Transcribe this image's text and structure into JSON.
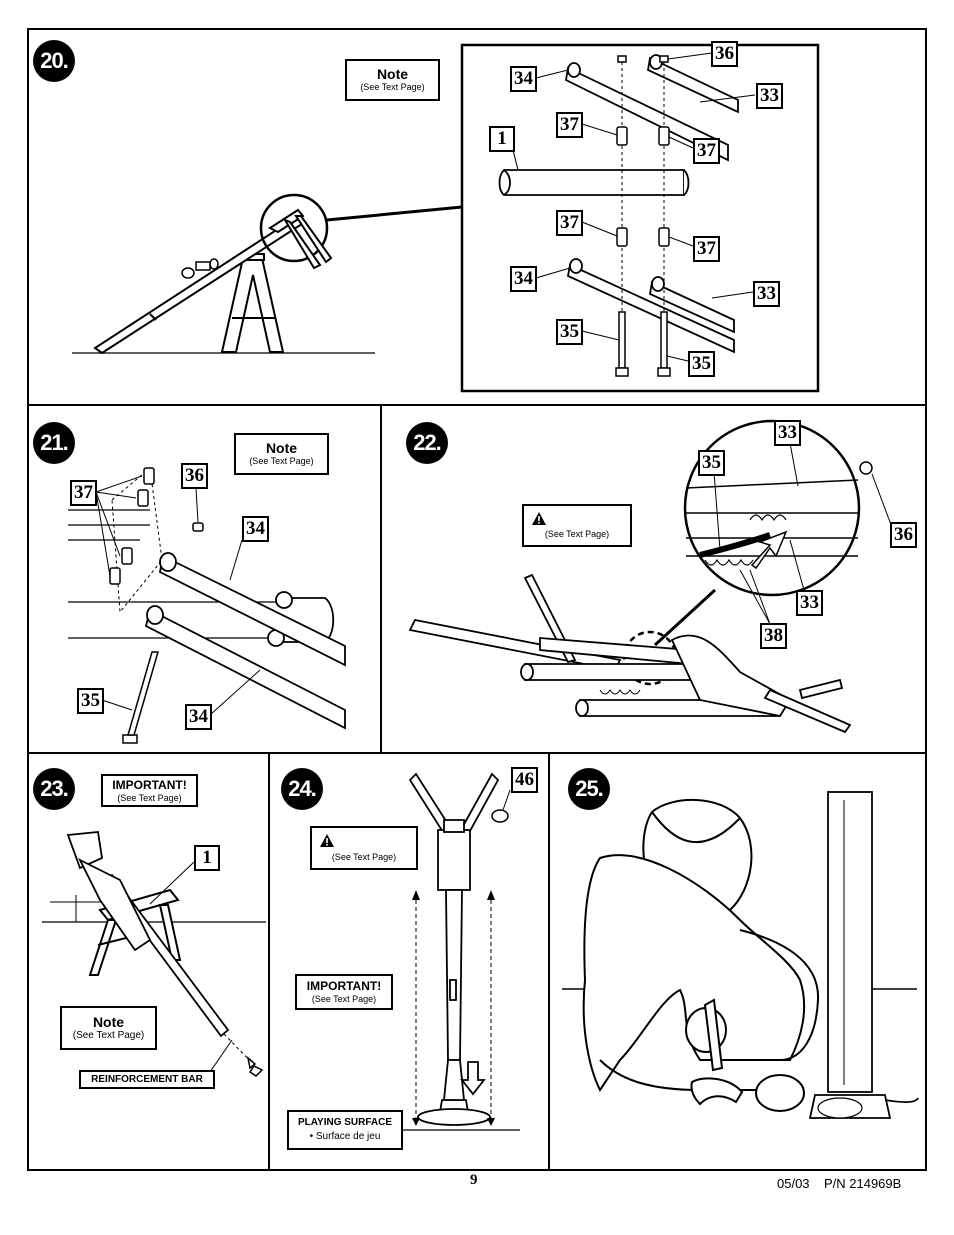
{
  "steps": {
    "s20": "20.",
    "s21": "21.",
    "s22": "22.",
    "s23": "23.",
    "s24": "24.",
    "s25": "25."
  },
  "callouts": {
    "note_title": "Note",
    "note_sub": "(See Text Page)",
    "important_title": "IMPORTANT!",
    "important_sub": "(See Text Page)",
    "warning_sub": "(See Text Page)",
    "warning_icon": "warning-triangle-icon"
  },
  "parts": {
    "p1": "1",
    "p33": "33",
    "p34": "34",
    "p35": "35",
    "p36": "36",
    "p37": "37",
    "p38": "38",
    "p46": "46"
  },
  "labels": {
    "reinforcement_bar": "REINFORCEMENT BAR",
    "playing_surface": "PLAYING SURFACE",
    "surface_de_jeu": "• Surface de jeu"
  },
  "footer": {
    "page_number": "9",
    "doc_ref": "05/03    P/N 214969B"
  }
}
